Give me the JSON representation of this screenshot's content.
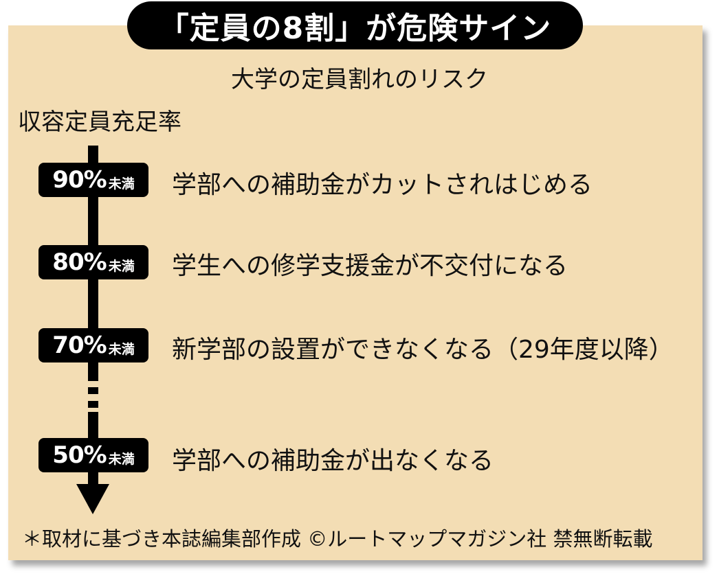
{
  "title": "「定員の8割」が危険サイン",
  "subtitle": "大学の定員割れのリスク",
  "axis_label": "収容定員充足率",
  "levels": [
    {
      "percent": "90%",
      "suffix": "未満",
      "description": "学部への補助金がカットされはじめる"
    },
    {
      "percent": "80%",
      "suffix": "未満",
      "description": "学生への修学支援金が不交付になる"
    },
    {
      "percent": "70%",
      "suffix": "未満",
      "description": "新学部の設置ができなくなる（29年度以降）"
    },
    {
      "percent": "50%",
      "suffix": "未満",
      "description": "学部への補助金が出なくなる"
    }
  ],
  "footer": "＊取材に基づき本誌編集部作成 ©ルートマップマガジン社 禁無断転載",
  "colors": {
    "panel": "#f3ddb4",
    "badge": "#000000",
    "text": "#111111"
  }
}
